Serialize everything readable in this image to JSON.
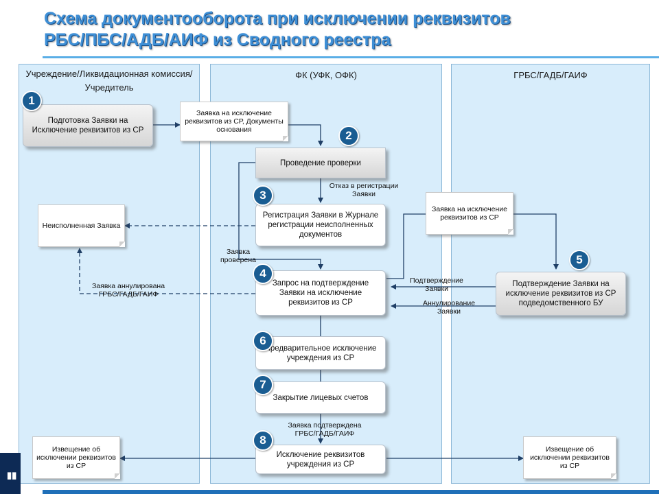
{
  "title": {
    "line1": "Схема документооборота при исключении реквизитов",
    "line2": "РБС/ПБС/АДБ/АИФ  из  Сводного реестра"
  },
  "lanes": {
    "left": "Учреждение/Ликвидационная комиссия/Учредитель",
    "middle": "ФК (УФК, ОФК)",
    "right": "ГРБС/ГАДБ/ГАИФ"
  },
  "steps": {
    "s1": "1",
    "s2": "2",
    "s3": "3",
    "s4": "4",
    "s5": "5",
    "s6": "6",
    "s7": "7",
    "s8": "8"
  },
  "boxes": {
    "prepare": "Подготовка Заявки на Исключение  реквизитов из СР",
    "check": "Проведение проверки",
    "register": "Регистрация Заявки в Журнале регистрации неисполненных документов",
    "request_confirm": "Запрос на подтверждение Заявки на исключение реквизитов из СР",
    "confirm": "Подтверждение Заявки на исключение реквизитов из СР подведомственного БУ",
    "pre_exclusion": "Предварительное исключение учреждения из СР",
    "close_accounts": "Закрытие лицевых счетов",
    "exclusion": "Исключение  реквизитов учреждения из СР"
  },
  "documents": {
    "request_docs": "Заявка на исключение реквизитов из СР, Документы основания",
    "unfulfilled": "Неисполненная Заявка",
    "request_right": "Заявка на исключение реквизитов из СР",
    "notice_left": "Извещение об исключении реквизитов из СР",
    "notice_right": "Извещение об исключении реквизитов из СР"
  },
  "labels": {
    "refusal": "Отказ в регистрации Заявки",
    "checked": "Заявка проверена",
    "annulled": "Заявка аннулирована ГРБС/ГАДБ/ГАИФ",
    "confirmation": "Подтверждение Заявки",
    "annulment": "Аннулирование Заявки",
    "confirmed": "Заявка подтверждена ГРБС/ГАДБ/ГАИФ"
  },
  "colors": {
    "title": "#3e8fd6",
    "lane_fill": "#d8edfb",
    "step_circle": "#1a5d92",
    "bottom_bar": "#1f6fb8"
  }
}
